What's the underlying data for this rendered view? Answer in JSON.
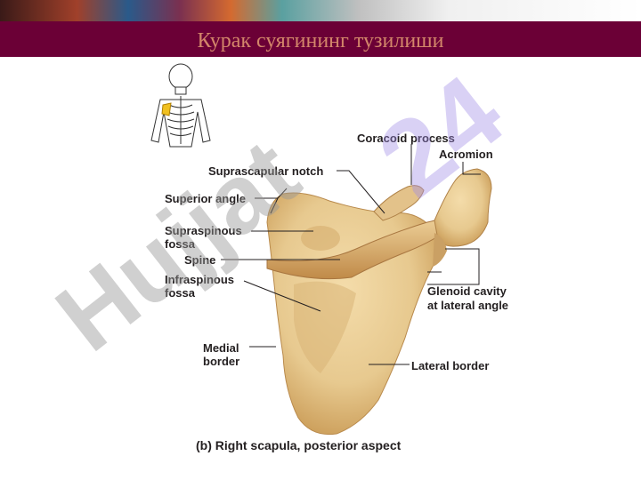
{
  "header": {
    "title": "Курак суягининг тузилиши"
  },
  "diagram": {
    "labels": {
      "coracoid_process": "Coracoid process",
      "acromion": "Acromion",
      "suprascapular_notch": "Suprascapular notch",
      "superior_angle": "Superior angle",
      "supraspinous_fossa_1": "Supraspinous",
      "supraspinous_fossa_2": "fossa",
      "spine": "Spine",
      "infraspinous_fossa_1": "Infraspinous",
      "infraspinous_fossa_2": "fossa",
      "glenoid_cavity_1": "Glenoid cavity",
      "glenoid_cavity_2": "at lateral angle",
      "medial_border_1": "Medial",
      "medial_border_2": "border",
      "lateral_border": "Lateral border"
    },
    "caption": "(b) Right scapula, posterior aspect"
  },
  "watermark": {
    "text_a": "Hujjat",
    "text_b": "24",
    "icon": "skeleton-thumbnail-icon"
  },
  "colors": {
    "title_bar": "#6b0036",
    "title_text": "#d3866a",
    "bone": "#e7c98f",
    "bone_shadow": "#c99a55"
  }
}
